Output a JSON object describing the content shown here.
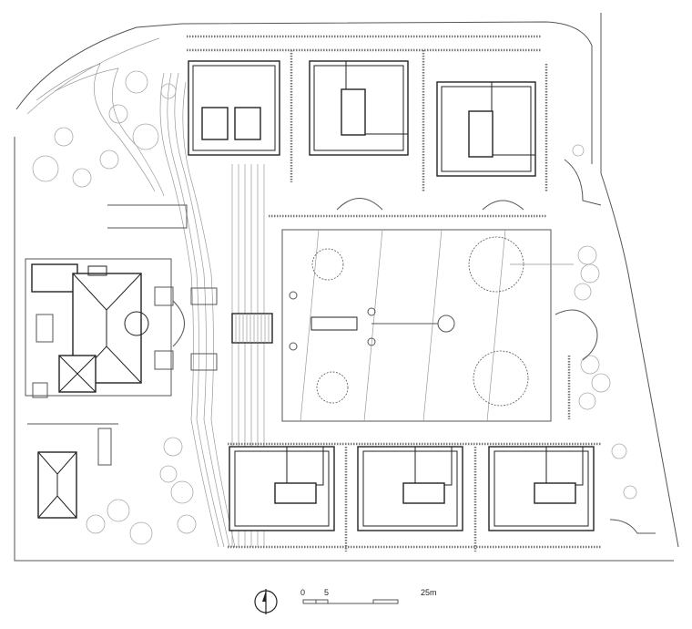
{
  "scale_bar": {
    "labels": [
      "0",
      "5",
      "25m"
    ]
  },
  "north_arrow": {
    "icon": "north-arrow-icon"
  },
  "colors": {
    "line": "#222222",
    "background": "#ffffff"
  }
}
